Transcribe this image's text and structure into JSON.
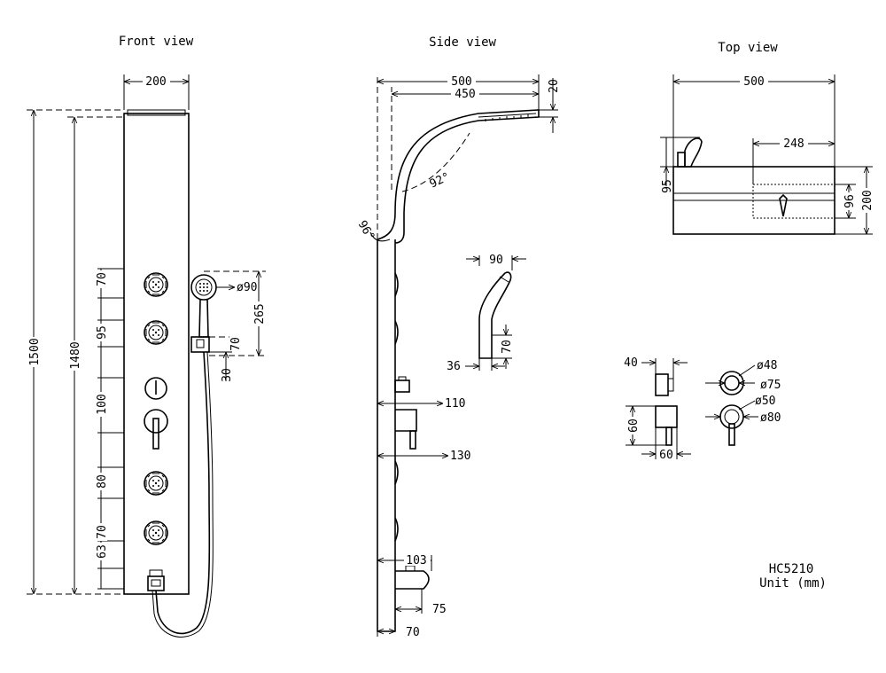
{
  "views": {
    "front": "Front view",
    "side": "Side view",
    "top": "Top view"
  },
  "front_dims": {
    "width": "200",
    "h1500": "1500",
    "h1480": "1480",
    "d70a": "70",
    "d95": "95",
    "d100": "100",
    "d80": "80",
    "d63": "63",
    "d70b": "70",
    "head_dia": "ø90",
    "d265": "265",
    "d70c": "70",
    "d30": "30"
  },
  "side_dims": {
    "d500": "500",
    "d450": "450",
    "d20": "20",
    "ang92": "92°",
    "ang96": "96°",
    "d90": "90",
    "d70": "70",
    "d36": "36",
    "d110": "110",
    "d130": "130",
    "d103": "103",
    "d75": "75",
    "d70b": "70"
  },
  "top_dims": {
    "d500": "500",
    "d248": "248",
    "d95": "95",
    "d96": "96",
    "d200": "200"
  },
  "knob_dims": {
    "d40": "40",
    "d48": "ø48",
    "d75": "ø75",
    "d50": "ø50",
    "d80": "ø80",
    "d60a": "60",
    "d60b": "60"
  },
  "model": "HC5210",
  "unit": "Unit (mm)"
}
